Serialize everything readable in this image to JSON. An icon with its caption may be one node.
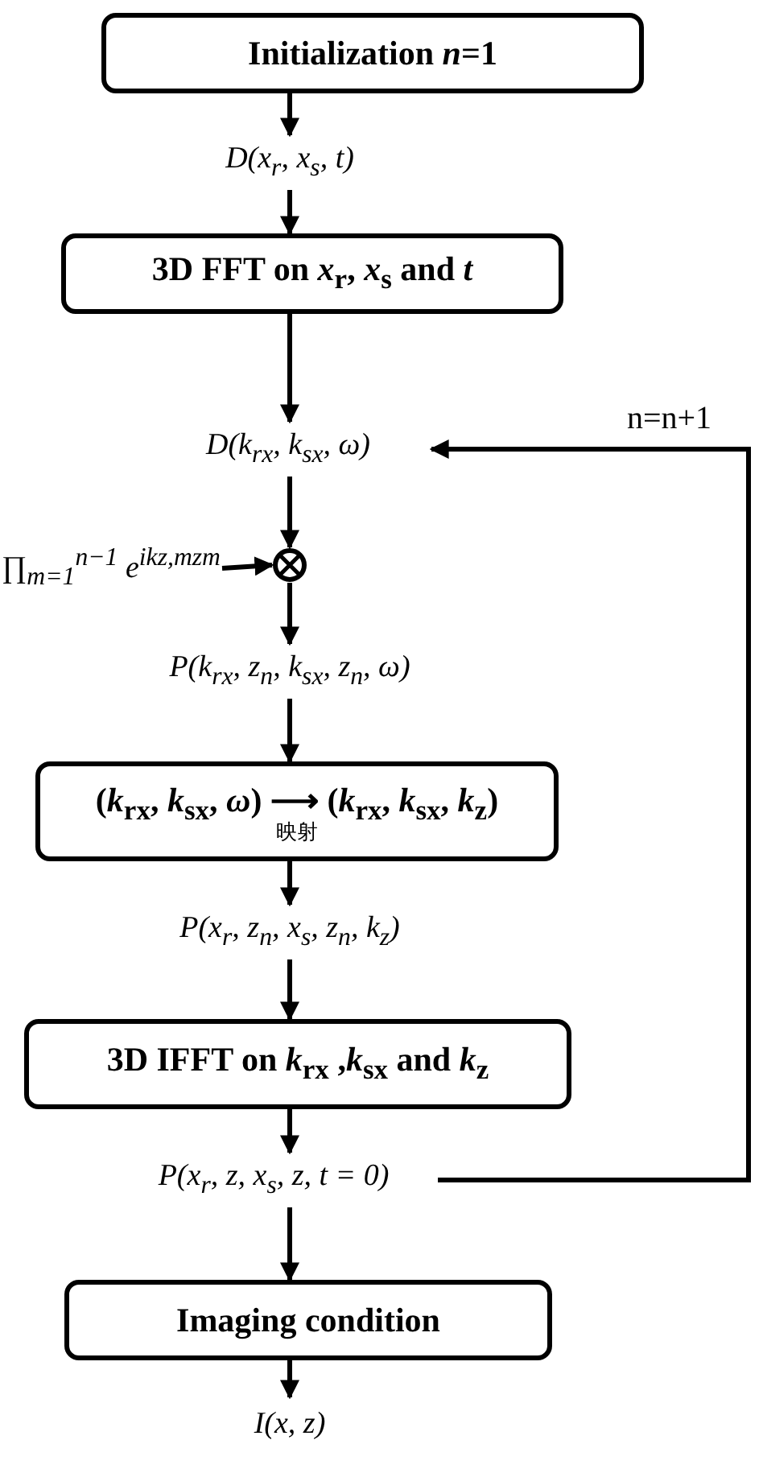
{
  "diagram": {
    "nodes": [
      {
        "text": [
          "Initialization *n*=1"
        ]
      },
      {
        "text": [
          "D(x$_{r}$, x$_{s}$, t)"
        ]
      },
      {
        "text": [
          "3D FFT on *x*$_{r}$, *x*$_{s}$ and *t*"
        ]
      },
      {
        "text": [
          "D(k$_{rx}$, k$_{sx}$, ω)"
        ]
      },
      {
        "text": [],
        "shape": "circle"
      },
      {
        "text": [
          "∏$_{m=1}$$^{n−1}$ e$^{ikz,mzm}$"
        ]
      },
      {
        "text": [
          "P(k$_{rx}$, z$_{n}$, k$_{sx}$, z$_{n}$, ω)"
        ]
      },
      {
        "text": [
          "(*k*$_{rx}$, *k*$_{sx}$, *ω*) ⟶ (*k*$_{rx}$, *k*$_{sx}$, *k*$_{z}$)",
          "映射"
        ]
      },
      {
        "text": [
          "P(x$_{r}$, z$_{n}$, x$_{s}$, z$_{n}$, k$_{z}$)"
        ]
      },
      {
        "text": [
          "3D IFFT on *k*$_{rx}$ ,*k*$_{sx}$ and *k*$_{z}$"
        ]
      },
      {
        "text": [
          "P(x$_{r}$, z, x$_{s}$, z, t = 0)"
        ]
      },
      {
        "text": [
          "Imaging condition"
        ]
      },
      {
        "text": [
          "I(x, z)"
        ]
      }
    ],
    "edges": [
      {
        "from": 0,
        "to": 1,
        "arrow": "to"
      },
      {
        "from": 1,
        "to": 2,
        "arrow": "to"
      },
      {
        "from": 2,
        "to": 3,
        "arrow": "to"
      },
      {
        "from": 3,
        "to": 4,
        "arrow": "to"
      },
      {
        "from": 5,
        "to": 4,
        "arrow": "to"
      },
      {
        "from": 4,
        "to": 6,
        "arrow": "to"
      },
      {
        "from": 6,
        "to": 7,
        "arrow": "to"
      },
      {
        "from": 7,
        "to": 8,
        "arrow": "to"
      },
      {
        "from": 8,
        "to": 9,
        "arrow": "to"
      },
      {
        "from": 9,
        "to": 10,
        "arrow": "to"
      },
      {
        "from": 10,
        "to": 11,
        "arrow": "to"
      },
      {
        "from": 11,
        "to": 12,
        "arrow": "to"
      },
      {
        "from": 10,
        "to": 3,
        "arrow": "to",
        "label": "n=n+1"
      }
    ]
  }
}
